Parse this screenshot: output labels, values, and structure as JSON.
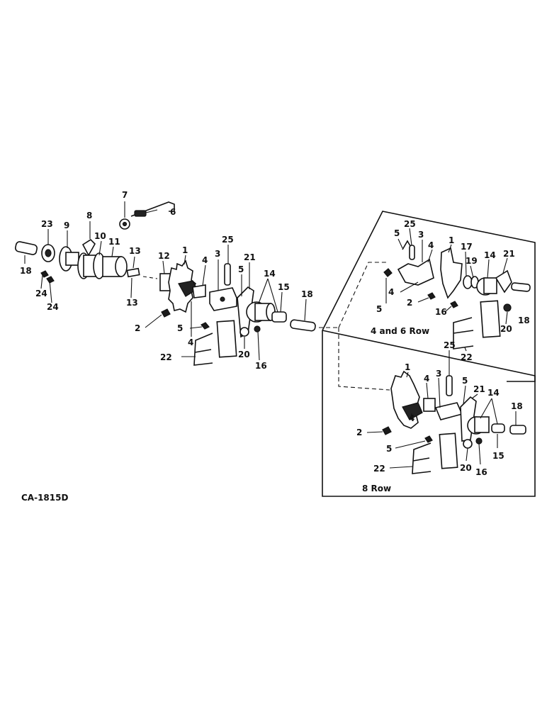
{
  "figure_id": "CA-1815D",
  "insets": {
    "upper_label": "4 and 6 Row",
    "lower_label": "8 Row"
  },
  "callouts": {
    "main": [
      "7",
      "6",
      "23",
      "9",
      "8",
      "10",
      "11",
      "13",
      "12",
      "1",
      "25",
      "3",
      "21",
      "4",
      "5",
      "14",
      "15",
      "18",
      "18",
      "24",
      "24",
      "13",
      "2",
      "4",
      "5",
      "22",
      "20",
      "16"
    ],
    "upper": [
      "5",
      "25",
      "3",
      "1",
      "17",
      "4",
      "14",
      "21",
      "19",
      "5",
      "4",
      "2",
      "16",
      "20",
      "18",
      "22"
    ],
    "lower": [
      "25",
      "1",
      "4",
      "3",
      "5",
      "21",
      "14",
      "18",
      "4",
      "2",
      "5",
      "15",
      "22",
      "20",
      "16"
    ]
  }
}
